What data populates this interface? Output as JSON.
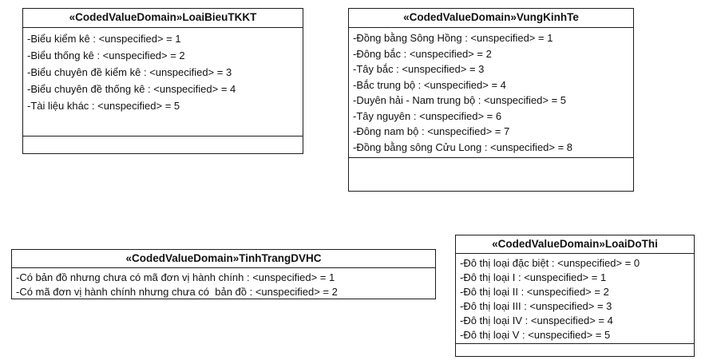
{
  "diagram": {
    "boxes": [
      {
        "header": "«CodedValueDomain»LoaiBieuTKKT",
        "attributes": [
          "-Biểu kiểm kê : <unspecified> = 1",
          "-Biểu thống kê : <unspecified> = 2",
          "-Biểu chuyên đề kiểm kê : <unspecified> = 3",
          "-Biểu chuyên đề thống kê : <unspecified> = 4",
          "-Tài liệu khác : <unspecified> = 5"
        ]
      },
      {
        "header": "«CodedValueDomain»VungKinhTe",
        "attributes": [
          "-Đồng bằng Sông Hồng : <unspecified> = 1",
          "-Đông bắc : <unspecified> = 2",
          "-Tây bắc : <unspecified> = 3",
          "-Bắc trung bộ : <unspecified> = 4",
          "-Duyên hải - Nam trung bộ : <unspecified> = 5",
          "-Tây nguyên : <unspecified> = 6",
          "-Đông nam bộ : <unspecified> = 7",
          "-Đồng bằng sông Cửu Long : <unspecified> = 8"
        ]
      },
      {
        "header": "«CodedValueDomain»TinhTrangDVHC",
        "attributes": [
          "-Có bản đồ nhưng chưa có mã đơn vị hành chính : <unspecified> = 1",
          "-Có mã đơn vị hành chính nhưng chưa có  bản đồ : <unspecified> = 2"
        ]
      },
      {
        "header": "«CodedValueDomain»LoaiDoThi",
        "attributes": [
          "-Đô thị loại đặc biệt : <unspecified> = 0",
          "-Đô thị loại I : <unspecified> = 1",
          "-Đô thị loại II : <unspecified> = 2",
          "-Đô thị loại III : <unspecified> = 3",
          "-Đô thị loại IV : <unspecified> = 4",
          "-Đô thị loại V : <unspecified> = 5"
        ]
      }
    ]
  }
}
